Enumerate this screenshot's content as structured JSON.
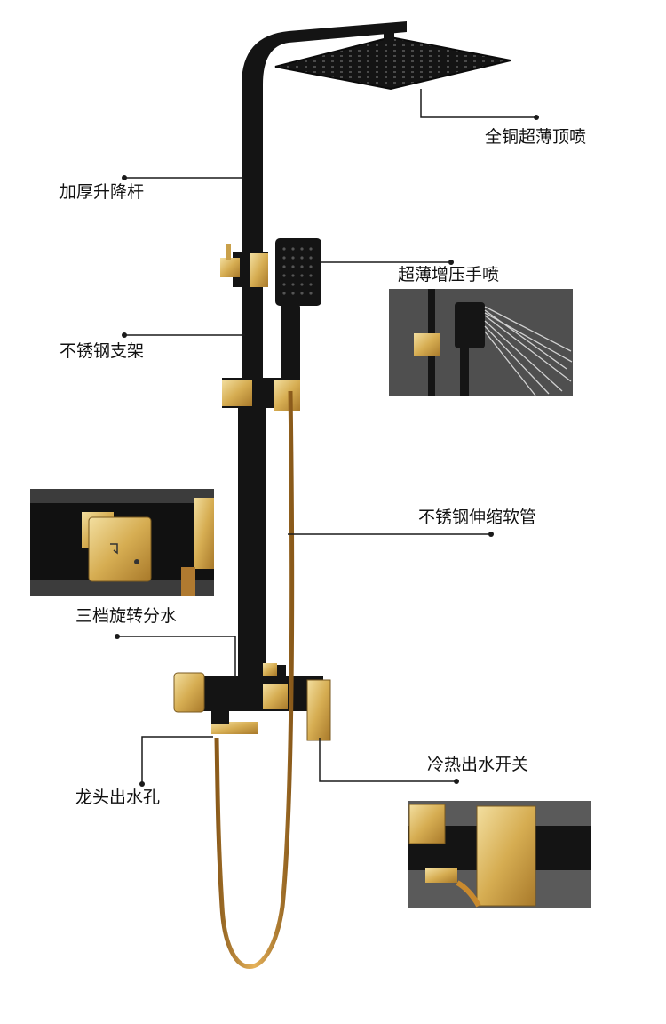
{
  "colors": {
    "black_fixture": "#141414",
    "gold": "#d9b45a",
    "hose_gold": "#c98a2e",
    "leader_line": "#1a1a1a",
    "photo_bg": "#4c4c4c"
  },
  "callouts": {
    "top_shower": "全铜超薄顶喷",
    "lifting_rod": "加厚升降杆",
    "hand_shower": "超薄增压手喷",
    "bracket": "不锈钢支架",
    "hose": "不锈钢伸缩软管",
    "diverter": "三档旋转分水",
    "valve_switch": "冷热出水开关",
    "spout": "龙头出水孔"
  },
  "photos": [
    {
      "id": "hand-shower-detail",
      "depicts": "hand shower spraying water"
    },
    {
      "id": "diverter-detail",
      "depicts": "three-position diverter knob"
    },
    {
      "id": "valve-detail",
      "depicts": "hot-cold valve handle"
    }
  ]
}
